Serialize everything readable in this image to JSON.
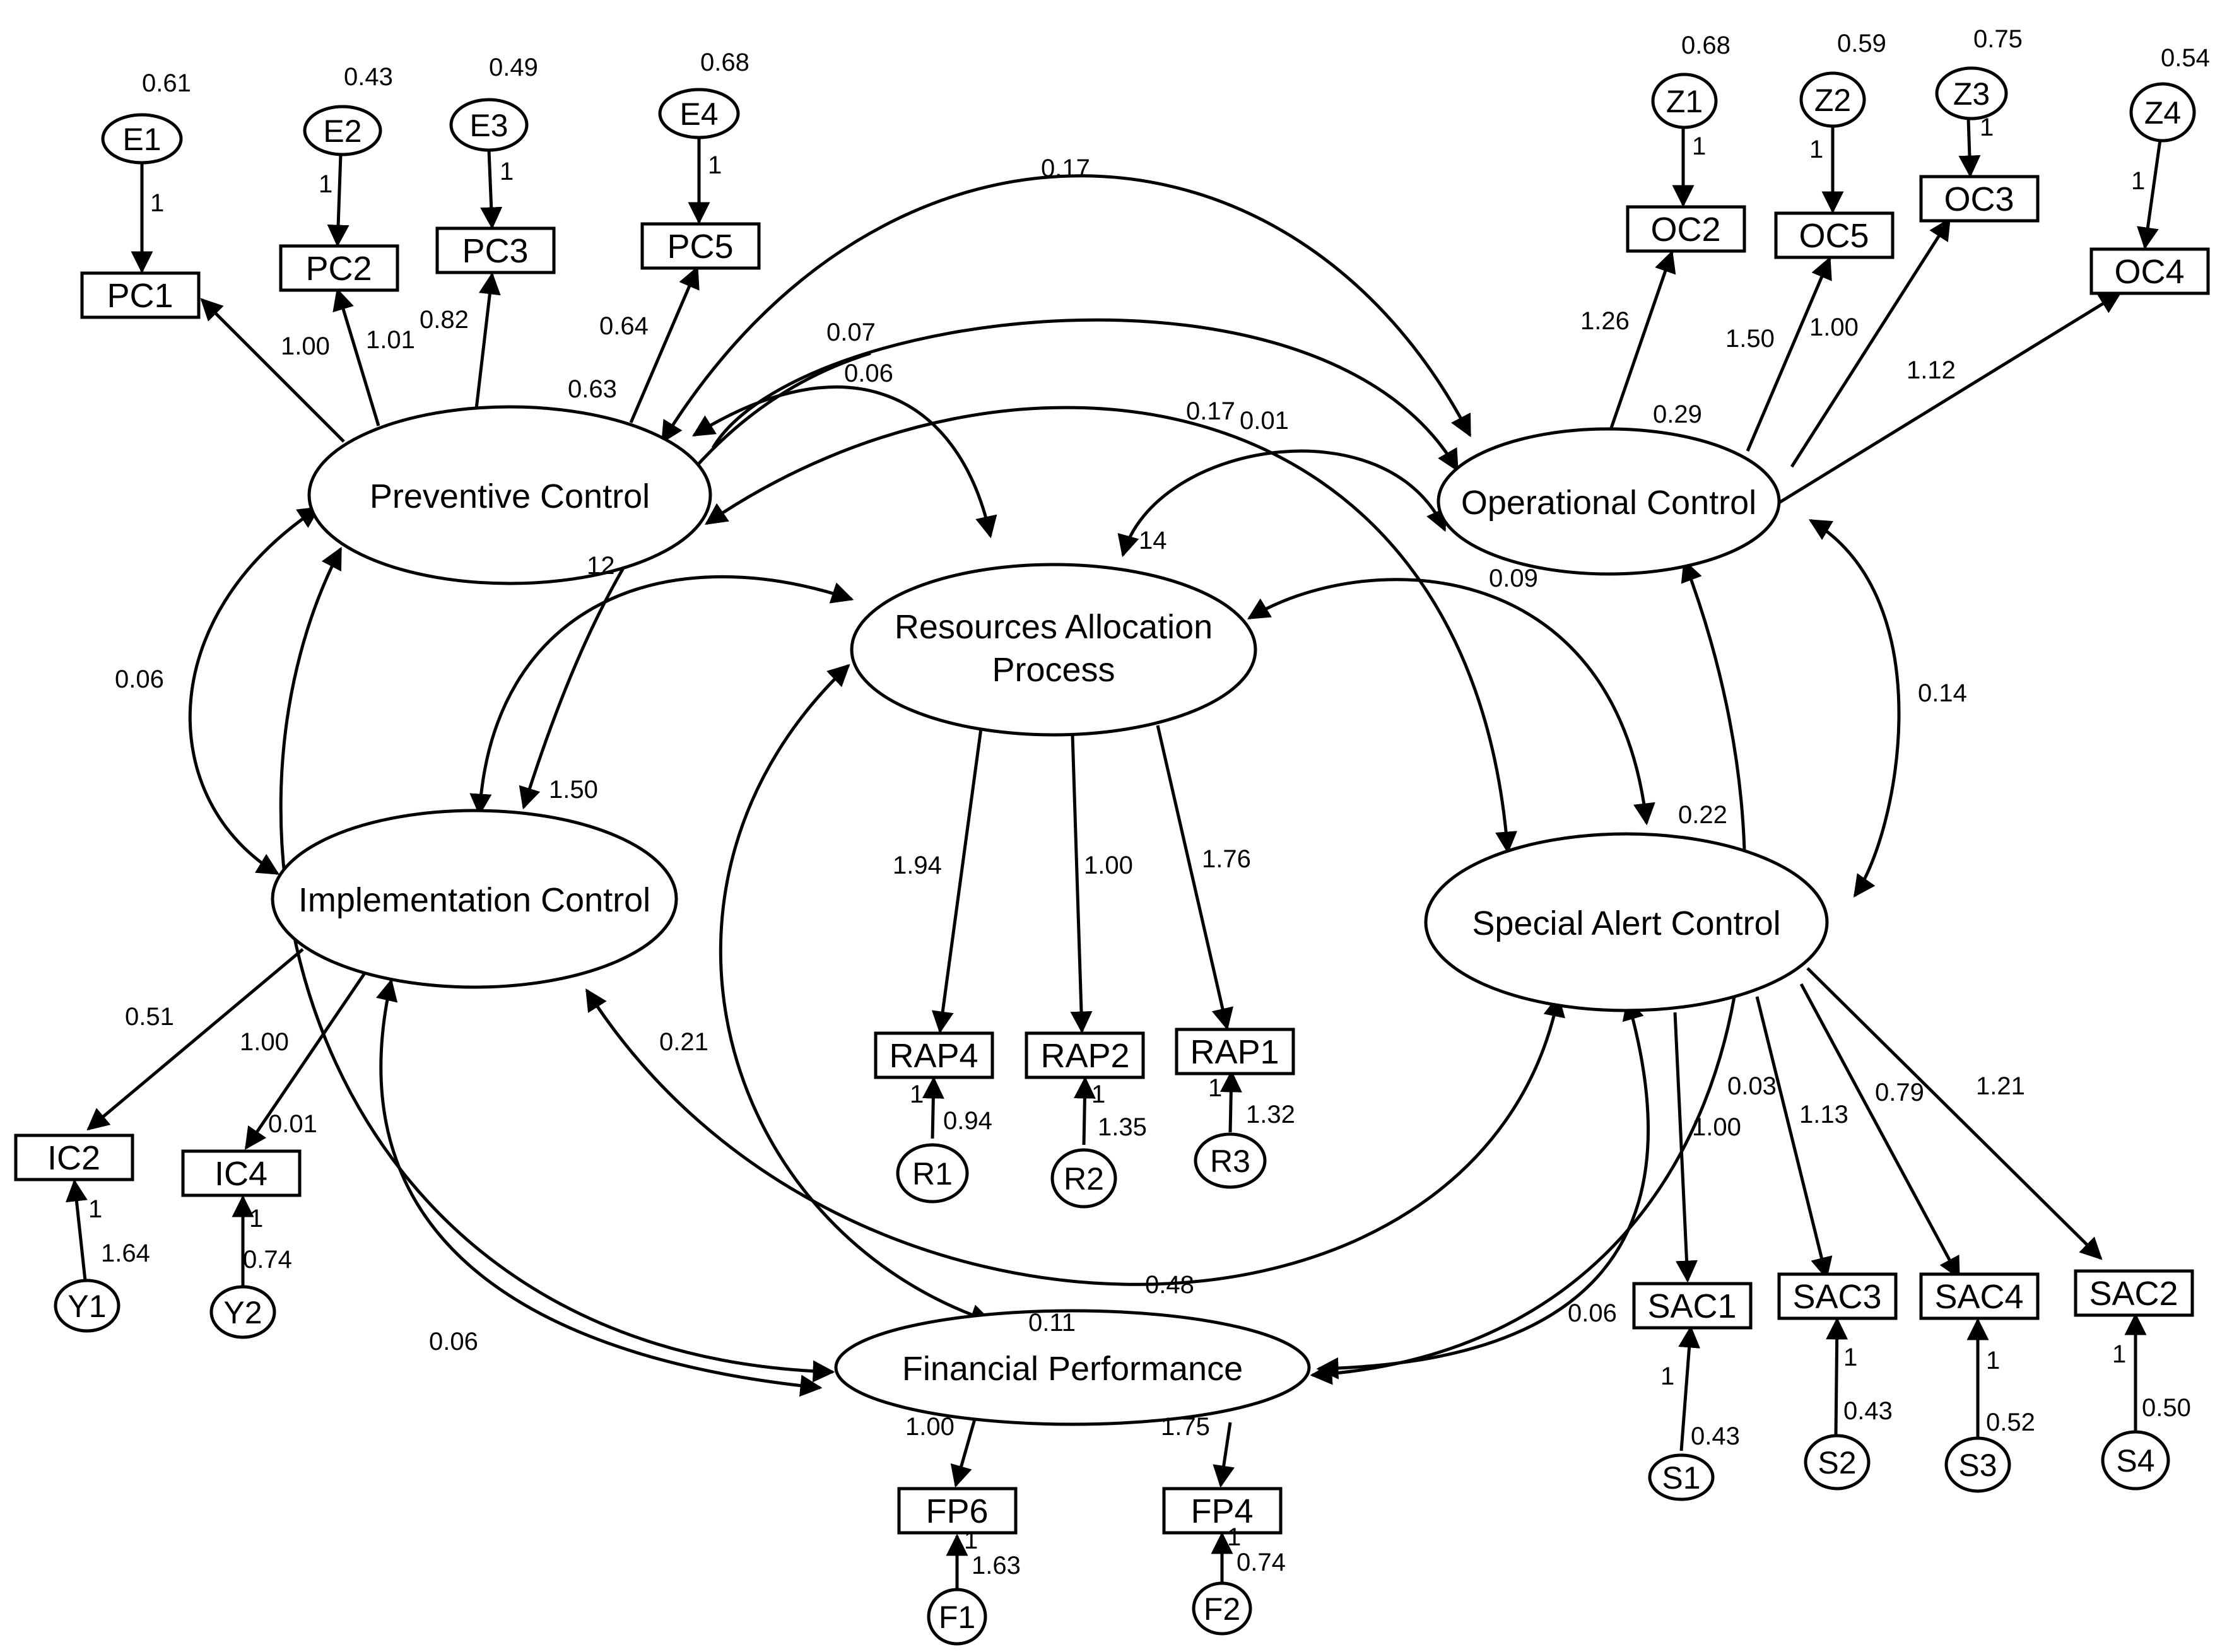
{
  "latent": {
    "pc": "Preventive Control",
    "oc": "Operational Control",
    "rap_line1": "Resources Allocation",
    "rap_line2": "Process",
    "ic": "Implementation Control",
    "sac": "Special Alert Control",
    "fp": "Financial Performance"
  },
  "observed": {
    "pc1": "PC1",
    "pc2": "PC2",
    "pc3": "PC3",
    "pc5": "PC5",
    "oc2": "OC2",
    "oc5": "OC5",
    "oc3": "OC3",
    "oc4": "OC4",
    "rap4": "RAP4",
    "rap2": "RAP2",
    "rap1": "RAP1",
    "ic2": "IC2",
    "ic4": "IC4",
    "sac1": "SAC1",
    "sac3": "SAC3",
    "sac4": "SAC4",
    "sac2": "SAC2",
    "fp6": "FP6",
    "fp4": "FP4"
  },
  "errors": {
    "e1": "E1",
    "e2": "E2",
    "e3": "E3",
    "e4": "E4",
    "z1": "Z1",
    "z2": "Z2",
    "z3": "Z3",
    "z4": "Z4",
    "r1": "R1",
    "r2": "R2",
    "r3": "R3",
    "y1": "Y1",
    "y2": "Y2",
    "s1": "S1",
    "s2": "S2",
    "s3": "S3",
    "s4": "S4",
    "f1": "F1",
    "f2": "F2"
  },
  "variances": {
    "e1": "0.61",
    "e2": "0.43",
    "e3": "0.49",
    "e4": "0.68",
    "z1": "0.68",
    "z2": "0.59",
    "z3": "0.75",
    "z4": "0.54",
    "r1": "0.94",
    "r2": "1.35",
    "r3": "1.32",
    "y1": "1.64",
    "y2": "0.74",
    "s1": "0.43",
    "s2": "0.43",
    "s3": "0.52",
    "s4": "0.50",
    "f1": "1.63",
    "f2": "0.74",
    "pc": "0.63",
    "oc": "0.29",
    "rap": "14",
    "ic": "1.50",
    "sac": "0.22",
    "fp": "0.11"
  },
  "error_paths": {
    "one": "1"
  },
  "loadings": {
    "pc1": "1.00",
    "pc2": "1.01",
    "pc3": "0.82",
    "pc5": "0.64",
    "oc2": "1.26",
    "oc5": "1.50",
    "oc3": "1.00",
    "oc4": "1.12",
    "rap4": "1.94",
    "rap2": "1.00",
    "rap1": "1.76",
    "ic2": "0.51",
    "ic4": "1.00",
    "sac1": "1.00",
    "sac3": "1.13",
    "sac4": "0.79",
    "sac2": "1.21",
    "fp6": "1.00",
    "fp4": "1.75"
  },
  "covariances": {
    "pc_oc": "0.17",
    "pc_sac": "0.07",
    "pc_rap": "0.06",
    "pc_ic": "0.06",
    "pc_fp_top": "0.17",
    "oc_rap": "0.01",
    "rap_sac": "0.09",
    "oc_sac": "0.14",
    "ic_rap": "12",
    "ic_fp": "0.06",
    "ic_sac": "0.21",
    "rap_fp": "0.48",
    "oc_fp": "0.03",
    "sac_fp": "0.06",
    "ic_ic4": "0.01"
  }
}
